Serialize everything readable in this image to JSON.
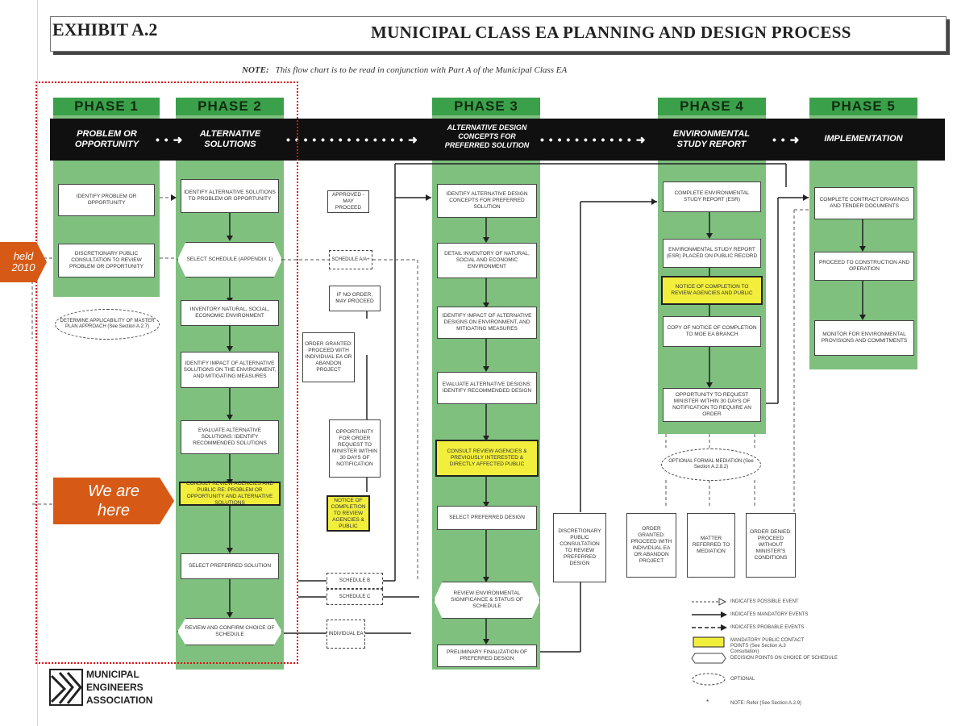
{
  "header": {
    "exhibit": "EXHIBIT A.2",
    "title": "MUNICIPAL CLASS EA PLANNING AND DESIGN PROCESS",
    "note_label": "NOTE:",
    "note_text": "This flow chart is to be read in conjunction with Part A of the Municipal Class EA"
  },
  "phases": [
    {
      "title": "PHASE 1",
      "subtitle_1": "PROBLEM OR",
      "subtitle_2": "OPPORTUNITY"
    },
    {
      "title": "PHASE 2",
      "subtitle_1": "ALTERNATIVE",
      "subtitle_2": "SOLUTIONS"
    },
    {
      "title": "PHASE 3",
      "subtitle_1": "ALTERNATIVE DESIGN",
      "subtitle_2": "CONCEPTS FOR",
      "subtitle_3": "PREFERRED SOLUTION"
    },
    {
      "title": "PHASE 4",
      "subtitle_1": "ENVIRONMENTAL",
      "subtitle_2": "STUDY REPORT"
    },
    {
      "title": "PHASE 5",
      "subtitle_1": "IMPLEMENTATION"
    }
  ],
  "boxes": {
    "p1_identify": "IDENTIFY PROBLEM OR OPPORTUNITY",
    "p1_discretionary": "DISCRETIONARY PUBLIC CONSULTATION TO REVIEW PROBLEM OR OPPORTUNITY",
    "p1_applicability": "DETERMINE APPLICABILITY OF MASTER PLAN APPROACH (See Section A.2.7)",
    "p2_identify_alt": "IDENTIFY ALTERNATIVE SOLUTIONS TO PROBLEM OR OPPORTUNITY",
    "p2_select_schedule": "SELECT SCHEDULE (APPENDIX 1)",
    "p2_inventory": "INVENTORY NATURAL, SOCIAL, ECONOMIC ENVIRONMENT",
    "p2_impact": "IDENTIFY IMPACT OF ALTERNATIVE SOLUTIONS ON THE ENVIRONMENT, AND MITIGATING MEASURES",
    "p2_evaluate": "EVALUATE ALTERNATIVE SOLUTIONS: IDENTIFY RECOMMENDED SOLUTIONS",
    "p2_consult": "CONSULT REVIEW AGENCIES AND PUBLIC RE: PROBLEM OR OPPORTUNITY AND ALTERNATIVE SOLUTIONS",
    "p2_select_pref": "SELECT PREFERRED SOLUTION",
    "p2_review": "REVIEW AND CONFIRM CHOICE OF SCHEDULE",
    "mid_approved": "APPROVED - MAY PROCEED",
    "mid_schedule_ab": "SCHEDULE A/A+",
    "mid_ifno": "IF NO ORDER, MAY PROCEED",
    "mid_order_granted": "ORDER GRANTED: PROCEED WITH INDIVIDUAL EA OR ABANDON PROJECT",
    "mid_opportunity": "OPPORTUNITY FOR ORDER REQUEST TO MINISTER WITHIN 30 DAYS OF NOTIFICATION",
    "mid_notice": "NOTICE OF COMPLETION TO REVIEW AGENCIES & PUBLIC",
    "mid_schedule_b": "SCHEDULE B",
    "mid_schedule_c": "SCHEDULE C",
    "mid_individual": "INDIVIDUAL EA",
    "p3_identify": "IDENTIFY ALTERNATIVE DESIGN CONCEPTS FOR PREFERRED SOLUTION",
    "p3_detail": "DETAIL INVENTORY OF NATURAL, SOCIAL AND ECONOMIC ENVIRONMENT",
    "p3_impact": "IDENTIFY IMPACT OF ALTERNATIVE DESIGNS ON ENVIRONMENT, AND MITIGATING MEASURES",
    "p3_evaluate": "EVALUATE ALTERNATIVE DESIGNS: IDENTIFY RECOMMENDED DESIGN",
    "p3_consult": "CONSULT REVIEW AGENCIES & PREVIOUSLY INTERESTED & DIRECTLY AFFECTED PUBLIC",
    "p3_select": "SELECT PREFERRED DESIGN",
    "p3_review": "REVIEW ENVIRONMENTAL SIGNIFICANCE & STATUS OF SCHEDULE",
    "p3_prelim": "PRELIMINARY FINALIZATION OF PREFERRED DESIGN",
    "p34_discretionary": "DISCRETIONARY PUBLIC CONSULTATION TO REVIEW PREFERRED DESIGN",
    "p4_complete": "COMPLETE ENVIRONMENTAL STUDY REPORT (ESR)",
    "p4_placed": "ENVIRONMENTAL STUDY REPORT (ESR) PLACED ON PUBLIC RECORD",
    "p4_notice": "NOTICE OF COMPLETION TO REVIEW AGENCIES AND PUBLIC",
    "p4_copy": "COPY OF NOTICE OF COMPLETION TO MOE EA BRANCH",
    "p4_opportunity": "OPPORTUNITY TO REQUEST MINISTER WITHIN 30 DAYS OF NOTIFICATION TO REQUIRE AN ORDER",
    "p4_mediation": "OPTIONAL FORMAL MEDIATION (See Section A.2.8.2)",
    "p4_order_granted": "ORDER GRANTED: PROCEED WITH INDIVIDUAL EA OR ABANDON PROJECT",
    "p4_referred": "MATTER REFERRED TO MEDIATION",
    "p4_denied": "ORDER DENIED: PROCEED WITHOUT MINISTER'S CONDITIONS",
    "p5_complete": "COMPLETE CONTRACT DRAWINGS AND TENDER DOCUMENTS",
    "p5_proceed": "PROCEED TO CONSTRUCTION AND OPERATION",
    "p5_monitor": "MONITOR FOR ENVIRONMENTAL PROVISIONS AND COMMITMENTS"
  },
  "legend": [
    "INDICATES POSSIBLE EVENT",
    "INDICATES MANDATORY EVENTS",
    "INDICATES PROBABLE EVENTS",
    "MANDATORY PUBLIC CONTACT POINTS (See Section A.3 Consultation)",
    "DECISION POINTS ON CHOICE OF SCHEDULE",
    "OPTIONAL",
    "NOTE: Refer (See Section A.2.9)"
  ],
  "callouts": {
    "held": "held",
    "held_year": "2010",
    "here_1": "We are",
    "here_2": "here"
  },
  "logo": {
    "line1": "MUNICIPAL",
    "line2": "ENGINEERS",
    "line3": "ASSOCIATION"
  },
  "colors": {
    "phase_green": "#3aa04a",
    "column_green": "#7fc07f",
    "band_black": "#101010",
    "highlight_yellow": "#f2ee3c",
    "callout_orange": "#d65a16",
    "frame_red": "#d11111"
  }
}
